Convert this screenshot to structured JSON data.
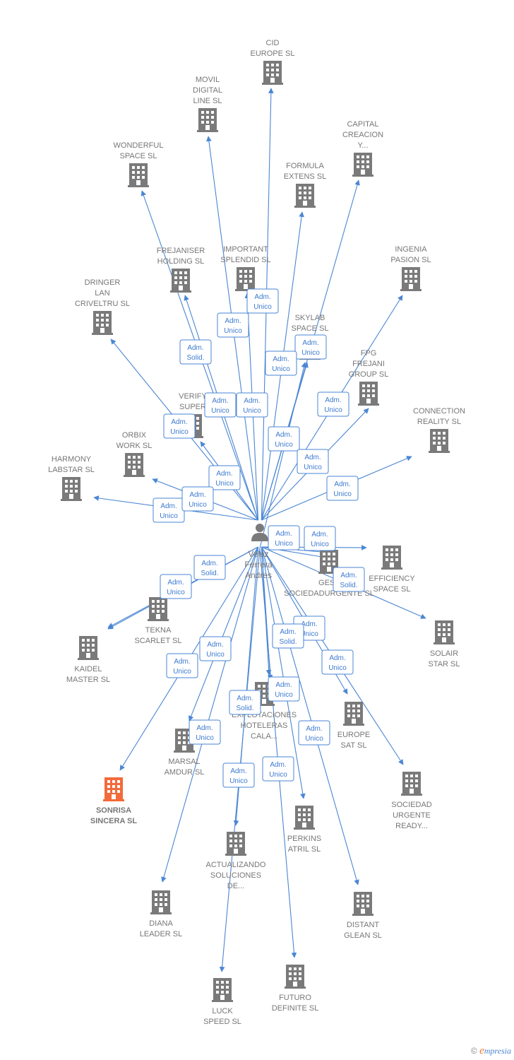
{
  "colors": {
    "edge": "#4a86d4",
    "building": "#7a7a7a",
    "highlight": "#f36a3a",
    "label": "#777777"
  },
  "center": {
    "lines": [
      "Velez",
      "Ferrera",
      "Andres"
    ]
  },
  "companies": [
    {
      "id": "cid",
      "lines": [
        "CID",
        "EUROPE SL"
      ]
    },
    {
      "id": "movil",
      "lines": [
        "MOVIL",
        "DIGITAL",
        "LINE SL"
      ]
    },
    {
      "id": "capital",
      "lines": [
        "CAPITAL",
        "CREACION",
        "Y..."
      ]
    },
    {
      "id": "wonderful",
      "lines": [
        "WONDERFUL",
        "SPACE SL"
      ]
    },
    {
      "id": "formula",
      "lines": [
        "FORMULA",
        "EXTENS SL"
      ]
    },
    {
      "id": "frejaniser",
      "lines": [
        "FREJANISER",
        "HOLDING SL"
      ]
    },
    {
      "id": "important",
      "lines": [
        "IMPORTANT",
        "SPLENDID SL"
      ]
    },
    {
      "id": "ingenia",
      "lines": [
        "INGENIA",
        "PASION SL"
      ]
    },
    {
      "id": "dringer",
      "lines": [
        "DRINGER",
        "LAN",
        "CRIVELTRU SL"
      ]
    },
    {
      "id": "skylab",
      "lines": [
        "SKYLAB",
        "SPACE SL"
      ]
    },
    {
      "id": "fpg",
      "lines": [
        "FPG",
        "FREJANI",
        "GROUP SL"
      ]
    },
    {
      "id": "verify",
      "lines": [
        "VERIFY",
        "SUPER"
      ]
    },
    {
      "id": "connection",
      "lines": [
        "CONNECTION",
        "REALITY SL"
      ]
    },
    {
      "id": "orbix",
      "lines": [
        "ORBIX",
        "WORK SL"
      ]
    },
    {
      "id": "harmony",
      "lines": [
        "HARMONY",
        "LABSTAR SL"
      ]
    },
    {
      "id": "gest",
      "lines": [
        "GEST",
        "SOCIEDADURGENTE SL"
      ]
    },
    {
      "id": "efficiency",
      "lines": [
        "EFFICIENCY",
        "SPACE SL"
      ]
    },
    {
      "id": "tekna",
      "lines": [
        "TEKNA",
        "SCARLET SL"
      ]
    },
    {
      "id": "solair",
      "lines": [
        "SOLAIR",
        "STAR SL"
      ]
    },
    {
      "id": "kaidel",
      "lines": [
        "KAIDEL",
        "MASTER SL"
      ]
    },
    {
      "id": "explotaciones",
      "lines": [
        "EXPLOTACIONES",
        "HOTELERAS",
        "CALA..."
      ]
    },
    {
      "id": "europesat",
      "lines": [
        "EUROPE",
        "SAT SL"
      ]
    },
    {
      "id": "marsal",
      "lines": [
        "MARSAL",
        "AMDUR SL"
      ]
    },
    {
      "id": "sonrisa",
      "lines": [
        "SONRISA",
        "SINCERA SL"
      ],
      "highlight": true
    },
    {
      "id": "sociedad",
      "lines": [
        "SOCIEDAD",
        "URGENTE",
        "READY..."
      ]
    },
    {
      "id": "perkins",
      "lines": [
        "PERKINS",
        "ATRIL SL"
      ]
    },
    {
      "id": "actualizando",
      "lines": [
        "ACTUALIZANDO",
        "SOLUCIONES",
        "DE..."
      ]
    },
    {
      "id": "diana",
      "lines": [
        "DIANA",
        "LEADER SL"
      ]
    },
    {
      "id": "distant",
      "lines": [
        "DISTANT",
        "GLEAN SL"
      ]
    },
    {
      "id": "futuro",
      "lines": [
        "FUTURO",
        "DEFINITE SL"
      ]
    },
    {
      "id": "luck",
      "lines": [
        "LUCK",
        "SPEED SL"
      ]
    }
  ],
  "roles": [
    {
      "lines": [
        "Adm.",
        "Unico"
      ]
    },
    {
      "lines": [
        "Adm.",
        "Unico"
      ]
    },
    {
      "lines": [
        "Adm.",
        "Solid."
      ]
    },
    {
      "lines": [
        "Adm.",
        "Unico"
      ]
    },
    {
      "lines": [
        "Adm.",
        "Unico"
      ]
    },
    {
      "lines": [
        "Adm.",
        "Unico"
      ]
    },
    {
      "lines": [
        "Adm.",
        "Unico"
      ]
    },
    {
      "lines": [
        "Adm.",
        "Unico"
      ]
    },
    {
      "lines": [
        "Adm.",
        "Unico"
      ]
    },
    {
      "lines": [
        "Adm.",
        "Unico"
      ]
    },
    {
      "lines": [
        "Adm.",
        "Unico"
      ]
    },
    {
      "lines": [
        "Adm.",
        "Unico"
      ]
    },
    {
      "lines": [
        "Adm.",
        "Unico"
      ]
    },
    {
      "lines": [
        "Adm.",
        "Unico"
      ]
    },
    {
      "lines": [
        "Adm.",
        "Unico"
      ]
    },
    {
      "lines": [
        "Adm.",
        "Unico"
      ]
    },
    {
      "lines": [
        "Adm.",
        "Unico"
      ]
    },
    {
      "lines": [
        "Adm.",
        "Solid."
      ]
    },
    {
      "lines": [
        "Adm.",
        "Solid."
      ]
    },
    {
      "lines": [
        "Adm.",
        "Unico"
      ]
    },
    {
      "lines": [
        "Adm.",
        "Unico"
      ]
    },
    {
      "lines": [
        "Adm.",
        "Solid."
      ]
    },
    {
      "lines": [
        "Adm.",
        "Unico"
      ]
    },
    {
      "lines": [
        "Adm.",
        "Unico"
      ]
    },
    {
      "lines": [
        "Adm.",
        "Unico"
      ]
    },
    {
      "lines": [
        "Adm.",
        "Solid."
      ]
    },
    {
      "lines": [
        "Adm.",
        "Unico"
      ]
    },
    {
      "lines": [
        "Adm.",
        "Unico"
      ]
    },
    {
      "lines": [
        "Adm.",
        "Unico"
      ]
    },
    {
      "lines": [
        "Adm.",
        "Unico"
      ]
    },
    {
      "lines": [
        "Adm.",
        "Unico"
      ]
    }
  ],
  "footer": {
    "copyright": "©",
    "brand_initial": "e",
    "brand_rest": "mpresia"
  }
}
